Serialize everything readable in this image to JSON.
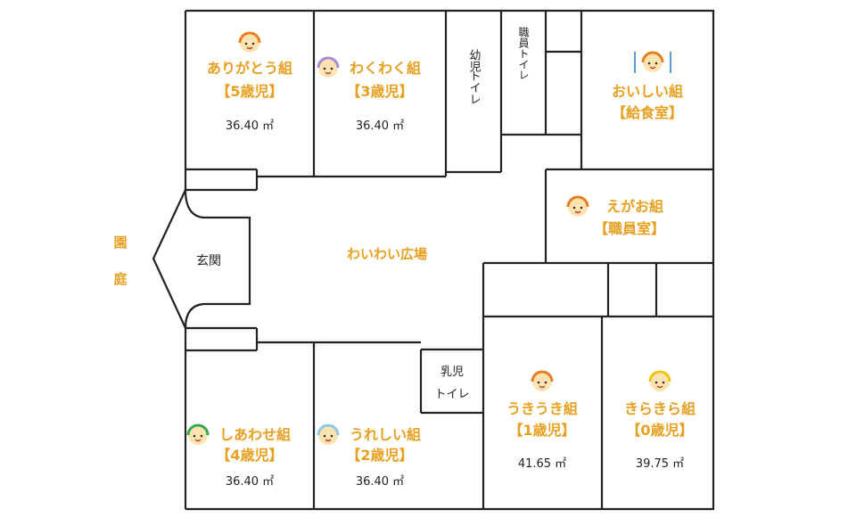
{
  "courtyard": [
    "園",
    "庭"
  ],
  "entrance": "玄関",
  "plaza": "わいわい広場",
  "toilets": {
    "infant": [
      "幼児",
      "トイレ"
    ],
    "staff": [
      "職員",
      "トイレ"
    ],
    "baby": [
      "乳児",
      "トイレ"
    ]
  },
  "rooms": [
    {
      "id": "arigatou",
      "name": "ありがとう組",
      "sub": "【5歳児】",
      "area": "36.40 ㎡",
      "icon_color": "#e67e22"
    },
    {
      "id": "wakuwaku",
      "name": "わくわく組",
      "sub": "【3歳児】",
      "area": "36.40 ㎡",
      "icon_color": "#a78bd8"
    },
    {
      "id": "oishii",
      "name": "おいしい組",
      "sub": "【給食室】",
      "area": "",
      "icon_color": "#e67e22"
    },
    {
      "id": "egao",
      "name": "えがお組",
      "sub": "【職員室】",
      "area": "",
      "icon_color": "#e67e22"
    },
    {
      "id": "shiawase",
      "name": "しあわせ組",
      "sub": "【4歳児】",
      "area": "36.40 ㎡",
      "icon_color": "#3aa655"
    },
    {
      "id": "ureshii",
      "name": "うれしい組",
      "sub": "【2歳児】",
      "area": "36.40 ㎡",
      "icon_color": "#8ec9e8"
    },
    {
      "id": "ukiuki",
      "name": "うきうき組",
      "sub": "【1歳児】",
      "area": "41.65 ㎡",
      "icon_color": "#e67e22"
    },
    {
      "id": "kirakira",
      "name": "きらきら組",
      "sub": "【0歳児】",
      "area": "39.75 ㎡",
      "icon_color": "#f1c40f"
    }
  ],
  "colors": {
    "label": "#e8a020",
    "wall": "#222222",
    "face": "#fde3b0"
  }
}
